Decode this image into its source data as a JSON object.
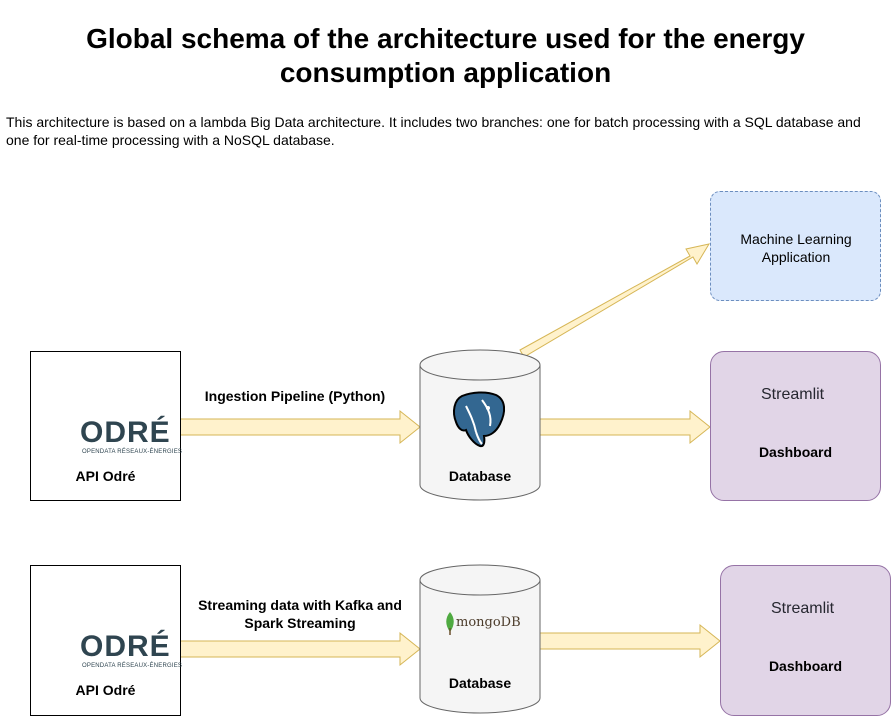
{
  "title": "Global schema of the architecture used for the energy consumption application",
  "description": "This architecture is based on a lambda Big Data architecture. It includes two branches: one for batch processing with a SQL database and one for real-time processing with a NoSQL database.",
  "batch": {
    "source_label": "API Odré",
    "source_logo": "ODRÉ",
    "source_logo_sub": "OPENDATA RÉSEAUX-ÉNERGIES",
    "pipeline_label": "Ingestion Pipeline (Python)",
    "database_label": "Database",
    "database_icon": "postgresql-elephant-icon",
    "ml_label": "Machine Learning Application",
    "dashboard_brand": "Streamlit",
    "dashboard_label": "Dashboard"
  },
  "streaming": {
    "source_label": "API Odré",
    "source_logo": "ODRÉ",
    "source_logo_sub": "OPENDATA RÉSEAUX-ÉNERGIES",
    "pipeline_label": "Streaming data with Kafka and Spark Streaming",
    "database_label": "Database",
    "database_brand": "mongoDB",
    "dashboard_brand": "Streamlit",
    "dashboard_label": "Dashboard"
  },
  "colors": {
    "arrow_fill": "#fff2cc",
    "arrow_stroke": "#d6b656",
    "ml_fill": "#dae8fc",
    "ml_stroke": "#6c8ebf",
    "dashboard_fill": "#e1d5e7",
    "dashboard_stroke": "#9673a6",
    "cylinder_fill": "#f5f5f5",
    "postgres_blue": "#336791",
    "mongo_green": "#4faa41",
    "streamlit_red": "#ff4b4b",
    "odre_text": "#2f4550"
  }
}
